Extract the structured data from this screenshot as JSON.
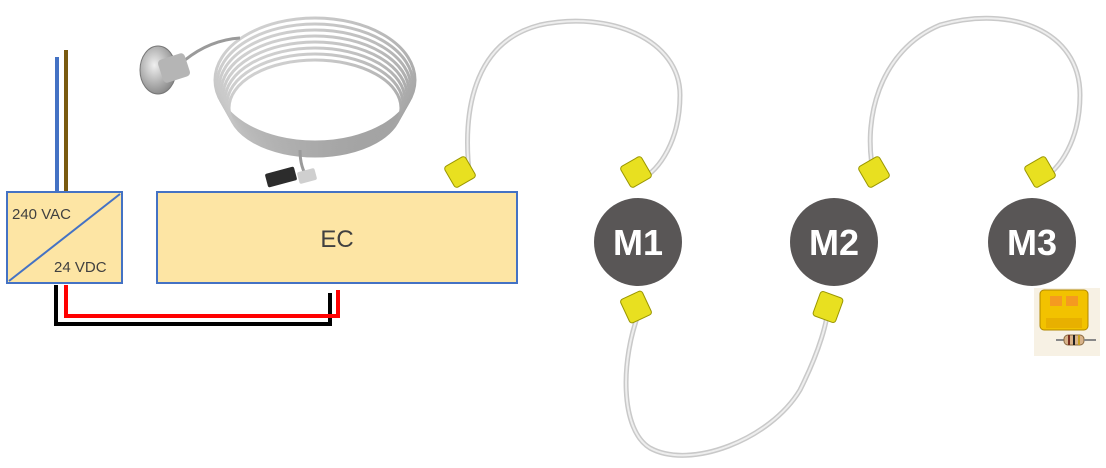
{
  "psu": {
    "input_label": "240 VAC",
    "output_label": "24 VDC"
  },
  "controller": {
    "label": "EC"
  },
  "modules": [
    {
      "label": "M1"
    },
    {
      "label": "M2"
    },
    {
      "label": "M3"
    }
  ],
  "colors": {
    "box_fill": "#fde5a4",
    "box_stroke": "#4472c4",
    "module_fill": "#595656",
    "module_text": "#ffffff",
    "connector": "#e8e020",
    "wire_blue": "#4472c4",
    "wire_brown": "#7a5a10",
    "wire_red": "#ff0000",
    "wire_black": "#000000"
  }
}
